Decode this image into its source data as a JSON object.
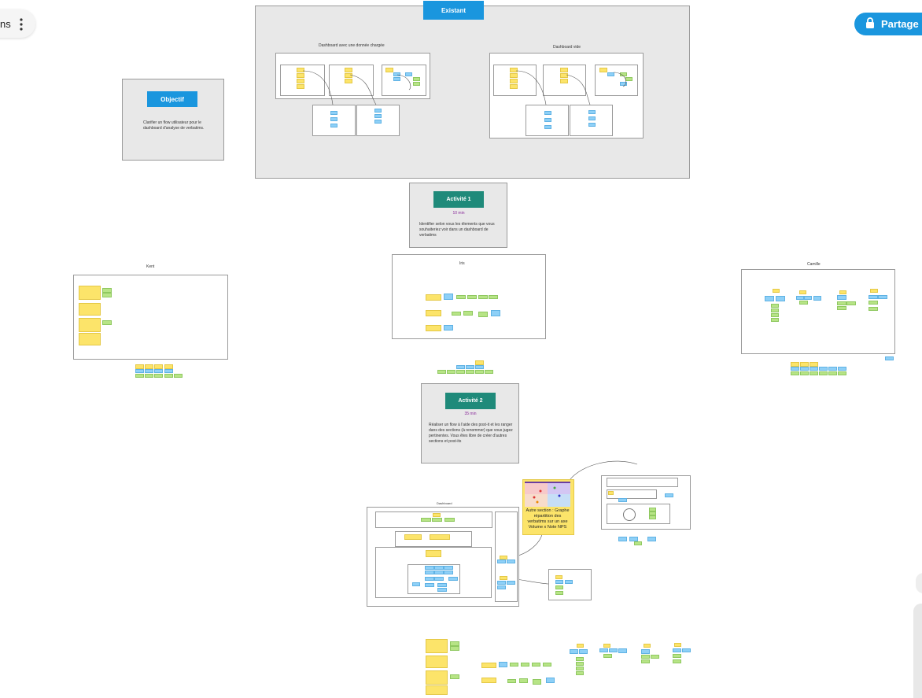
{
  "topbar": {
    "board_name_fragment": "ns",
    "menu_icon": "vertical-ellipsis-icon"
  },
  "share_button": {
    "label": "Partage",
    "icon": "lock-icon"
  },
  "existant": {
    "header": "Existant",
    "left_title": "Dashboard avec une donnée chargée",
    "right_title": "Dashboard vide"
  },
  "objectif": {
    "header": "Objectif",
    "text": "Clarifier un flow utilisateur pour le dashboard d'analyse de verbatims."
  },
  "activite1": {
    "header": "Activité 1",
    "duration": "10 min",
    "text": "Identifier selon vous les élements que vous souhaiteriez voir dans un dashboard de verbatims"
  },
  "activite2": {
    "header": "Activité 2",
    "duration": "35 min",
    "text": "Réaliser un flow à l'aide des post-it et les ranger dans des sections (à renommer) que vous jugez pertinentes. Vous êtes libre de créer d'autres sections et post-its"
  },
  "participants": {
    "kent": "Kent",
    "iris": "Iris",
    "camille": "Camille"
  },
  "dashboard": {
    "title": "Dashboard"
  },
  "autre_section": {
    "text": "Autre section : Graphe répartition des verbatims sur un axe Volume x Note NPS"
  },
  "colors": {
    "accent_blue": "#1a96de",
    "teal": "#1f8a7a",
    "sticky_yellow": "#fce46a",
    "sticky_blue": "#8ed0f7",
    "sticky_green": "#b7e486"
  }
}
